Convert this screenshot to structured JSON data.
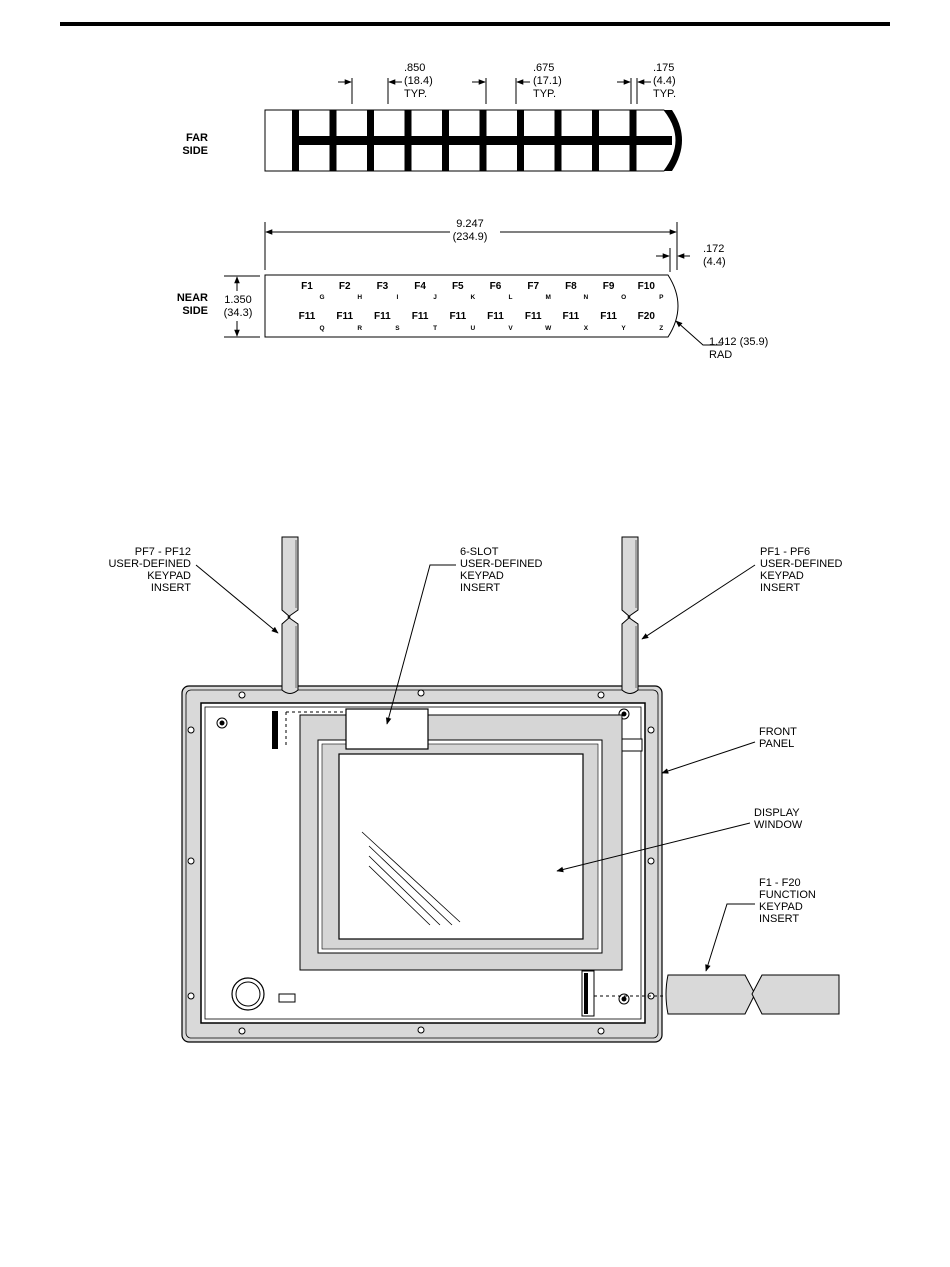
{
  "top_diagram": {
    "far_side_label": [
      "FAR",
      "SIDE"
    ],
    "near_side_label": [
      "NEAR",
      "SIDE"
    ],
    "dim_850": [
      ".850",
      "(18.4)",
      "TYP."
    ],
    "dim_675": [
      ".675",
      "(17.1)",
      "TYP."
    ],
    "dim_175": [
      ".175",
      "(4.4)",
      "TYP."
    ],
    "dim_width": [
      "9.247",
      "(234.9)"
    ],
    "dim_172": [
      ".172",
      "(4.4)"
    ],
    "dim_height": [
      "1.350",
      "(34.3)"
    ],
    "dim_radius": [
      "1.412 (35.9)",
      "RAD"
    ],
    "row1_keys": [
      "F1",
      "F2",
      "F3",
      "F4",
      "F5",
      "F6",
      "F7",
      "F8",
      "F9",
      "F10"
    ],
    "row1_subs": [
      "G",
      "H",
      "I",
      "J",
      "K",
      "L",
      "M",
      "N",
      "O",
      "P"
    ],
    "row2_keys": [
      "F11",
      "F11",
      "F11",
      "F11",
      "F11",
      "F11",
      "F11",
      "F11",
      "F11",
      "F20"
    ],
    "row2_subs": [
      "Q",
      "R",
      "S",
      "T",
      "U",
      "V",
      "W",
      "X",
      "Y",
      "Z"
    ]
  },
  "bottom_diagram": {
    "pf7_label": [
      "PF7 - PF12",
      "USER-DEFINED",
      "KEYPAD",
      "INSERT"
    ],
    "slot6_label": [
      "6-SLOT",
      "USER-DEFINED",
      "KEYPAD",
      "INSERT"
    ],
    "pf1_label": [
      "PF1 - PF6",
      "USER-DEFINED",
      "KEYPAD",
      "INSERT"
    ],
    "front_panel_label": [
      "FRONT",
      "PANEL"
    ],
    "display_window_label": [
      "DISPLAY",
      "WINDOW"
    ],
    "function_keypad_label": [
      "F1 - F20",
      "FUNCTION",
      "KEYPAD",
      "INSERT"
    ]
  }
}
